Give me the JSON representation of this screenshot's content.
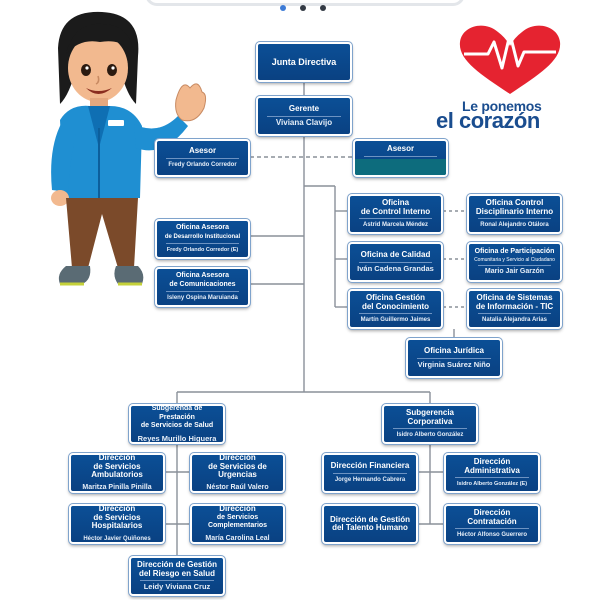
{
  "top": {
    "dots": 3,
    "active_dot": 0
  },
  "logo": {
    "line1": "Le ponemos",
    "line2": "el corazón",
    "heart_color": "#e52330",
    "text_color": "#1a4d8f"
  },
  "mascot": {
    "icon": "nurse-mascot-icon"
  },
  "colors": {
    "box": "#0b4f96",
    "accent": "#0d6c7d",
    "line": "#8a9099"
  },
  "org": {
    "junta": {
      "title": "Junta Directiva"
    },
    "gerente": {
      "title": "Gerente",
      "name": "Viviana Clavijo"
    },
    "asesor1": {
      "title": "Asesor",
      "name": "Fredy Orlando Corredor"
    },
    "asesor2": {
      "title": "Asesor"
    },
    "control_interno": {
      "title1": "Oficina",
      "title2": "de Control Interno",
      "name": "Astrid Marcela Méndez"
    },
    "control_disc": {
      "title1": "Oficina Control",
      "title2": "Disciplinario Interno",
      "name": "Ronal Alejandro Otálora"
    },
    "desarrollo": {
      "title1": "Oficina Asesora",
      "title2": "de Desarrollo Institucional",
      "name": "Fredy Orlando Corredor (E)"
    },
    "calidad": {
      "title": "Oficina de Calidad",
      "name": "Iván Cadena Grandas"
    },
    "participacion": {
      "title1": "Oficina de Participación",
      "title2": "Comunitaria y Servicio al Ciudadano",
      "name": "Mario Jair Garzón"
    },
    "comunicaciones": {
      "title1": "Oficina Asesora",
      "title2": "de Comunicaciones",
      "name": "Isleny Ospina Maruianda"
    },
    "gestion_conoc": {
      "title1": "Oficina Gestión",
      "title2": "del Conocimiento",
      "name": "Martín Guillermo Jaimes"
    },
    "sistemas": {
      "title1": "Oficina de Sistemas",
      "title2": "de Información - TIC",
      "name": "Natalia Alejandra Arias"
    },
    "juridica": {
      "title": "Oficina Jurídica",
      "name": "Virginia Suárez Niño"
    },
    "sub_salud": {
      "title1": "Subgerenda de Prestación",
      "title2": "de Servicios de Salud",
      "name": "Reyes Murillo Higuera"
    },
    "sub_corp": {
      "title": "Subgerencia Corporativa",
      "name": "Isidro Alberto González"
    },
    "amb": {
      "title1": "Dirección",
      "title2": "de Servicios Ambulatorios",
      "name": "Maritza Pinilla Pinilla"
    },
    "urg": {
      "title1": "Dirección",
      "title2": "de Servicios de Urgencias",
      "name": "Néstor Raúl Valero"
    },
    "fin": {
      "title": "Dirección Financiera",
      "name": "Jorge Hernando Cabrera"
    },
    "adm": {
      "title": "Dirección Administrativa",
      "name": "Isidro Alberto González (E)"
    },
    "hosp": {
      "title1": "Dirección",
      "title2": "de Servicios Hospitalarios",
      "name": "Héctor Javier Quiñones"
    },
    "comp": {
      "title1": "Dirección",
      "title2": "de Servicios Complementarios",
      "name": "María Carolina Leal"
    },
    "talento": {
      "title1": "Dirección de Gestión",
      "title2": "del Talento Humano"
    },
    "contr": {
      "title": "Dirección Contratación",
      "name": "Héctor Alfonso Guerrero"
    },
    "riesgo": {
      "title1": "Dirección de Gestión",
      "title2": "del Riesgo en Salud",
      "name": "Leidy Viviana Cruz"
    }
  }
}
